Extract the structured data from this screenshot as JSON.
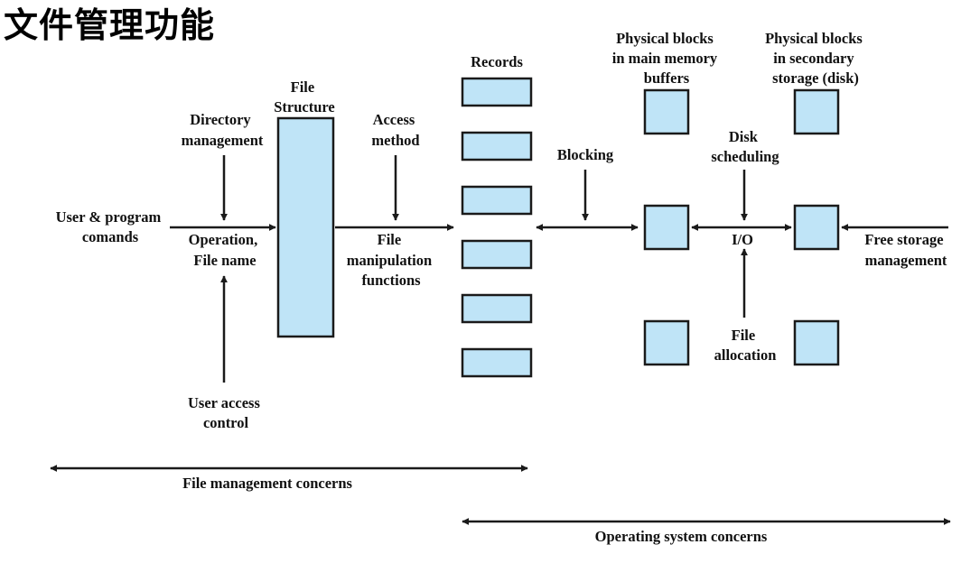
{
  "title": "文件管理功能",
  "labels": {
    "user_program": [
      "User & program",
      "comands"
    ],
    "directory_mgmt": [
      "Directory",
      "management"
    ],
    "operation": [
      "Operation,",
      "File name"
    ],
    "user_access": [
      "User access",
      "control"
    ],
    "file_structure": [
      "File",
      "Structure"
    ],
    "access_method": [
      "Access",
      "method"
    ],
    "file_manipulation": [
      "File",
      "manipulation",
      "functions"
    ],
    "records": "Records",
    "blocking": "Blocking",
    "phys_main": [
      "Physical blocks",
      "in main memory",
      "buffers"
    ],
    "phys_secondary": [
      "Physical blocks",
      "in secondary",
      "storage (disk)"
    ],
    "disk_scheduling": [
      "Disk",
      "scheduling"
    ],
    "io": "I/O",
    "file_allocation": [
      "File",
      "allocation"
    ],
    "free_storage": [
      "Free storage",
      "management"
    ],
    "file_mgmt_concerns": "File management concerns",
    "os_concerns": "Operating system concerns"
  }
}
